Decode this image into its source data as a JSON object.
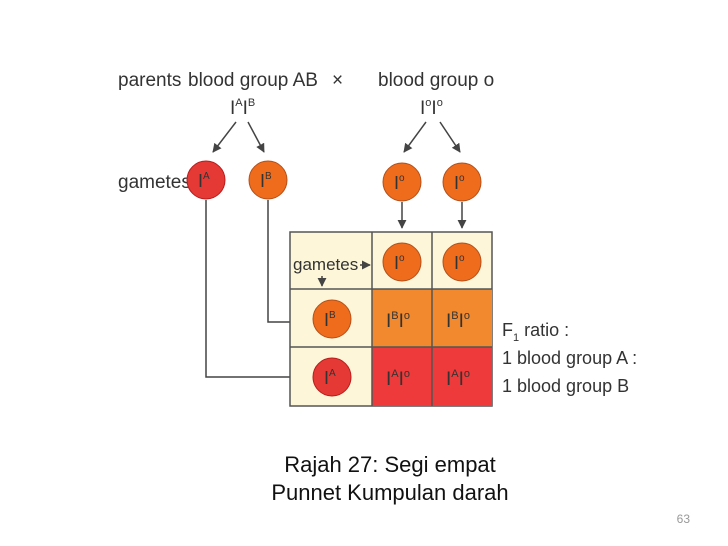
{
  "parents": {
    "label": "parents",
    "parent1_label": "blood group AB",
    "cross_symbol": "×",
    "parent2_label": "blood group o",
    "genotype1": {
      "base1": "I",
      "sup1": "A",
      "base2": "I",
      "sup2": "B"
    },
    "genotype2": {
      "base1": "I",
      "sup1": "o",
      "base2": "I",
      "sup2": "o"
    }
  },
  "gametes_label": "gametes",
  "gametes": [
    {
      "base": "I",
      "sup": "A",
      "color": "#e53935"
    },
    {
      "base": "I",
      "sup": "B",
      "color": "#ef6c1c"
    },
    {
      "base": "I",
      "sup": "o",
      "color": "#ef6c1c"
    },
    {
      "base": "I",
      "sup": "o",
      "color": "#ef6c1c"
    }
  ],
  "punnett": {
    "header_label": "gametes",
    "cells": [
      {
        "a": "I",
        "as": "B",
        "b": "I",
        "bs": "o"
      },
      {
        "a": "I",
        "as": "B",
        "b": "I",
        "bs": "o"
      },
      {
        "a": "I",
        "as": "A",
        "b": "I",
        "bs": "o"
      },
      {
        "a": "I",
        "as": "A",
        "b": "I",
        "bs": "o"
      }
    ]
  },
  "ratio": {
    "title_base": "F",
    "title_sub": "1",
    "title_rest": " ratio :",
    "line1": "1 blood group A :",
    "line2": "1 blood group B"
  },
  "caption": {
    "line1": "Rajah 27: Segi empat",
    "line2": "Punnet  Kumpulan darah"
  },
  "slide_number": "63",
  "colors": {
    "red": "#e53935",
    "orange": "#ef6c1c",
    "cream": "#fdf6d8",
    "cell_orange": "#f2892f",
    "cell_red": "#ee3a3a"
  }
}
